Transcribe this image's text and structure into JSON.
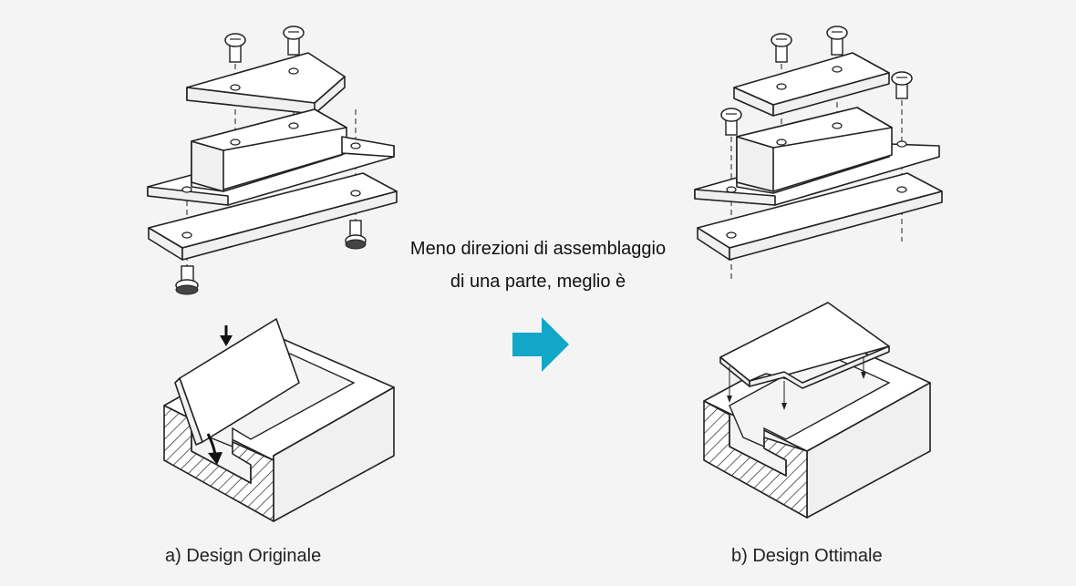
{
  "center_text": {
    "line1": "Meno direzioni di assemblaggio",
    "line2": "di una parte, meglio è"
  },
  "captions": {
    "original": "a) Design Originale",
    "optimal": "b) Design Ottimale"
  },
  "colors": {
    "arrow": "#12a7c9",
    "background": "#f4f4f4",
    "line": "#222222"
  },
  "icons": {
    "transition_arrow": "arrow-right-icon"
  }
}
